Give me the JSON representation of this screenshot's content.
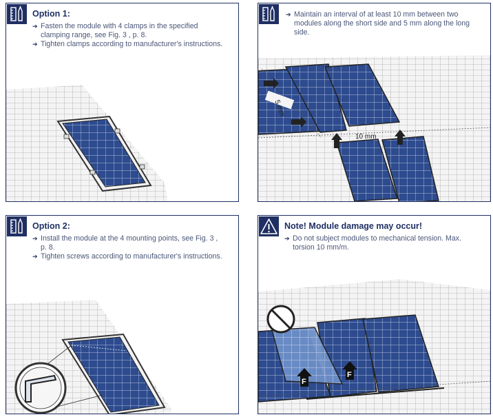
{
  "panels": [
    {
      "heading": "Option 1:",
      "icon": "tools-icon",
      "bullets": [
        "Fasten the module with 4 clamps in the specified clamping range, see Fig. 3 , p. 8.",
        "Tighten clamps according to manufacturer's instructions."
      ]
    },
    {
      "heading": "",
      "icon": "tools-icon",
      "bullets": [
        "Maintain an interval of at least 10 mm between two modules along the short side and 5 mm along the long side."
      ],
      "dim_short": "10 mm",
      "dim_long": "5 mm"
    },
    {
      "heading": "Option 2:",
      "icon": "tools-icon",
      "bullets": [
        "Install the module at the 4 mounting points, see Fig. 3 , p. 8.",
        "Tighten screws according to manufacturer's instructions."
      ]
    },
    {
      "heading": "Note! Module damage may occur!",
      "icon": "warning-icon",
      "bullets": [
        "Do not subject modules to mechanical tension. Max. torsion 10 mm/m."
      ],
      "force_label_1": "F",
      "force_label_2": "F"
    }
  ],
  "colors": {
    "frame": "#1f2f63",
    "panel_blue": "#2d4b8e",
    "text": "#4a5678"
  }
}
